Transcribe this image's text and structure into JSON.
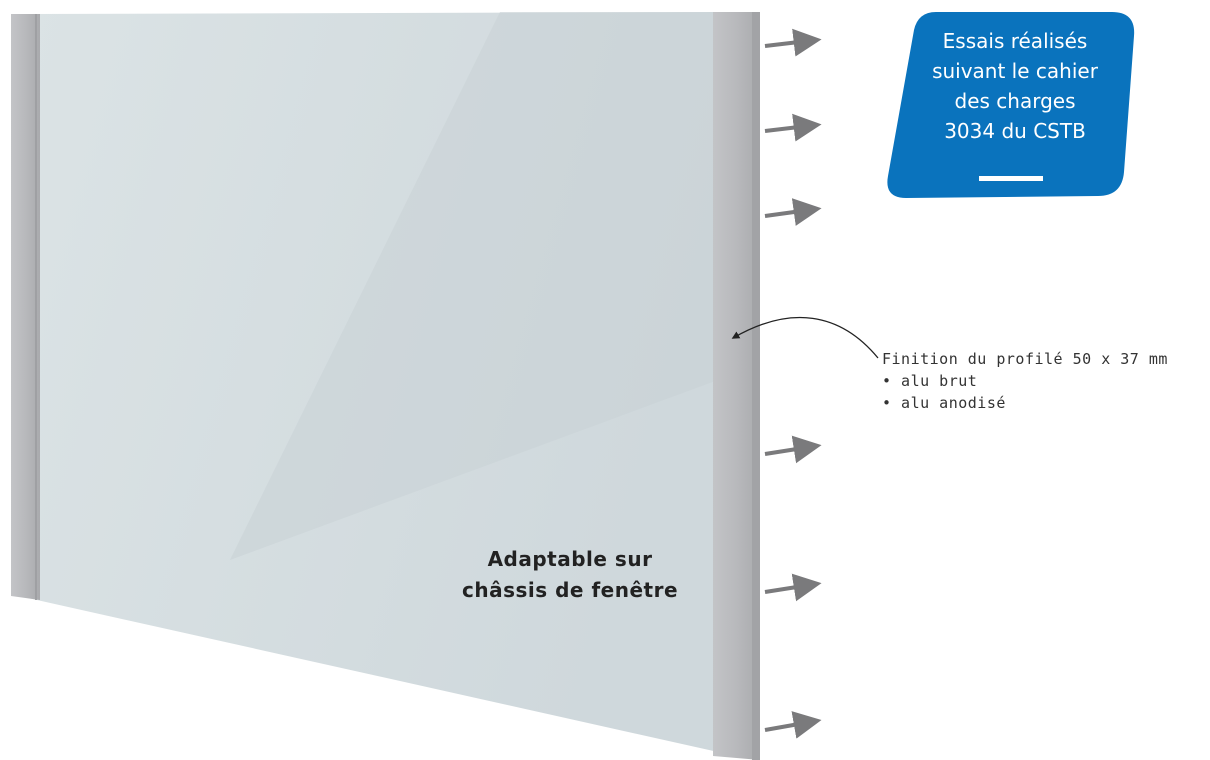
{
  "badge": {
    "line1": "Essais réalisés",
    "line2": "suivant le cahier",
    "line3": "des charges",
    "line4": "3034 du CSTB",
    "color": "#0a73bd"
  },
  "finish_note": {
    "title": "Finition du profilé 50 x 37 mm",
    "items": [
      "• alu brut",
      "• alu anodisé"
    ]
  },
  "glass_label": {
    "line1": "Adaptable sur",
    "line2": "châssis de fenêtre"
  },
  "colors": {
    "glass": "#d4dde0",
    "profile": "#b9babd",
    "arrow": "#7a7a7c"
  }
}
